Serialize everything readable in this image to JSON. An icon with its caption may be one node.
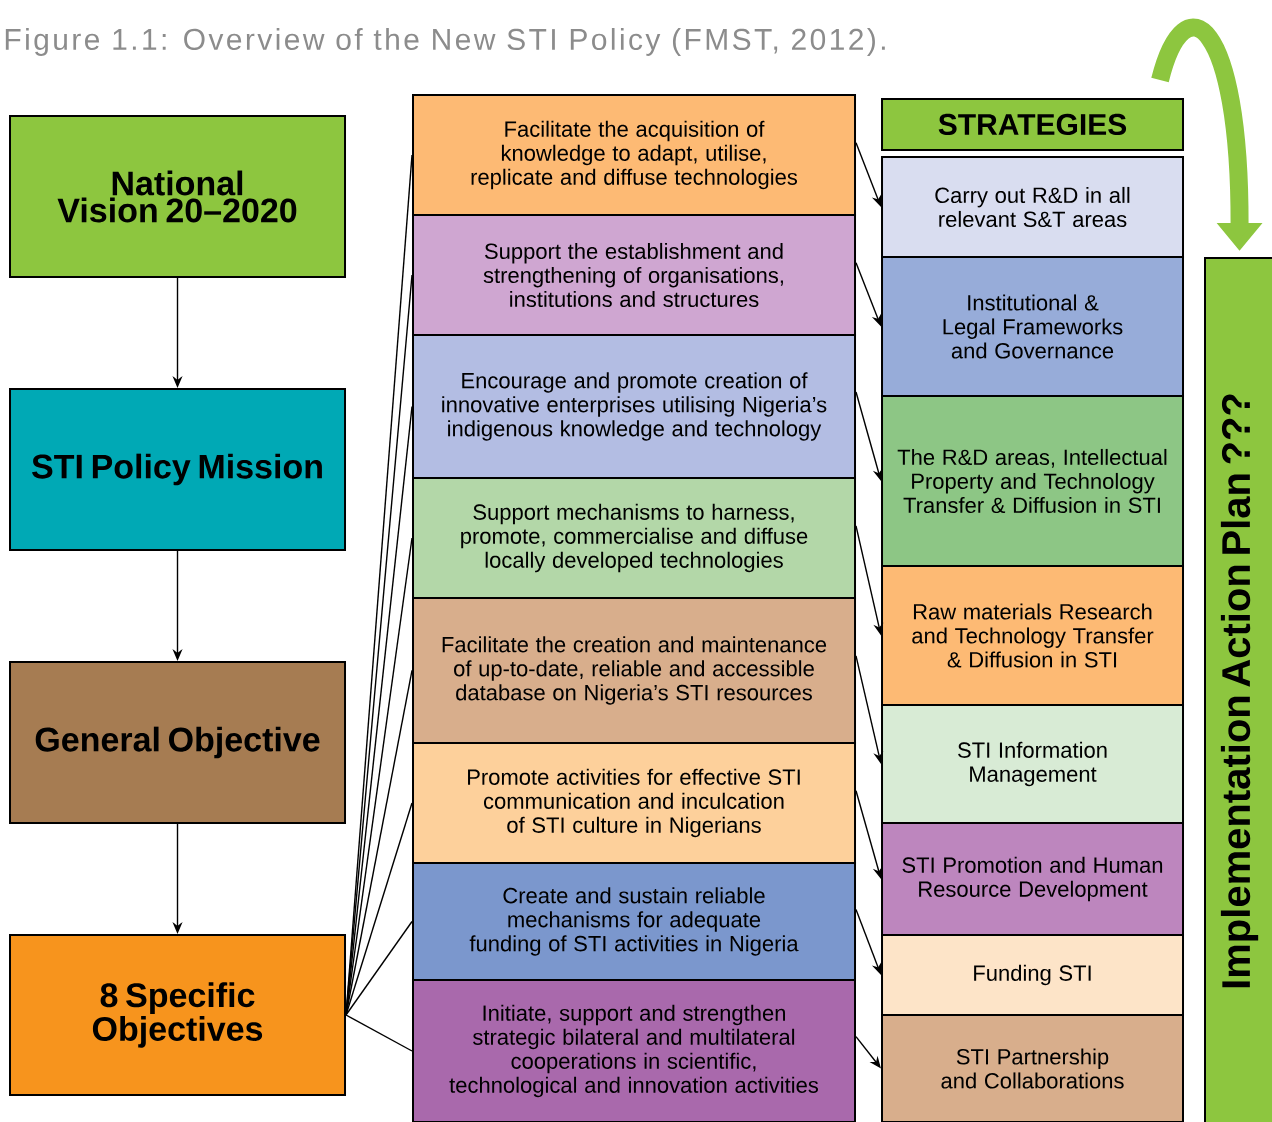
{
  "diagram": {
    "title": "Figure 1.1: Overview of the New STI Policy (FMST, 2012).",
    "nodes": [
      {
        "text": [
          "National Vision 20–2020"
        ]
      },
      {
        "text": [
          "STI Policy Mission"
        ]
      },
      {
        "text": [
          "General Objective"
        ]
      },
      {
        "text": [
          "8 Specific Objectives"
        ]
      },
      {
        "text": [
          "Facilitate the acquisition of knowledge to adapt, utilise, replicate and diffuse technologies"
        ]
      },
      {
        "text": [
          "Support the establishment and strengthening of organisations, institutions and structures"
        ]
      },
      {
        "text": [
          "Encourage and promote creation of innovative enterprises utilising Nigeria’s indigenous knowledge and technology"
        ]
      },
      {
        "text": [
          "Support mechanisms to harness, promote, commercialise and diffuse locally developed technologies"
        ]
      },
      {
        "text": [
          "Facilitate the creation and maintenance of up-to-date, reliable and accessible database on Nigeria’s STI resources"
        ]
      },
      {
        "text": [
          "Promote activities for effective STI communication and inculcation of STI culture in Nigerians"
        ]
      },
      {
        "text": [
          "Create and sustain reliable mechanisms for adequate funding of STI activities in Nigeria"
        ]
      },
      {
        "text": [
          "Initiate, support and strengthen strategic bilateral and multilateral cooperations in scientific, technological and innovation activities"
        ]
      },
      {
        "text": [
          "STRATEGIES"
        ]
      },
      {
        "text": [
          "Carry out R&D in all relevant S&T areas"
        ]
      },
      {
        "text": [
          "Institutional & Legal Frameworks and Governance"
        ]
      },
      {
        "text": [
          "The R&D areas, Intellectual Property and Technology Transfer & Diffusion in STI"
        ]
      },
      {
        "text": [
          "Raw materials Research and Technology Transfer & Diffusion in STI"
        ]
      },
      {
        "text": [
          "STI Information Management"
        ]
      },
      {
        "text": [
          "STI Promotion and Human Resource Development"
        ]
      },
      {
        "text": [
          "Funding STI"
        ]
      },
      {
        "text": [
          "STI Partnership and Collaborations"
        ]
      },
      {
        "text": [
          "Implementation Action Plan ???"
        ]
      }
    ],
    "edges": [
      {
        "from": 0,
        "to": 1,
        "arrow": "to"
      },
      {
        "from": 1,
        "to": 2,
        "arrow": "to"
      },
      {
        "from": 2,
        "to": 3,
        "arrow": "to"
      },
      {
        "from": 3,
        "to": 4,
        "arrow": "none"
      },
      {
        "from": 3,
        "to": 5,
        "arrow": "none"
      },
      {
        "from": 3,
        "to": 6,
        "arrow": "none"
      },
      {
        "from": 3,
        "to": 7,
        "arrow": "none"
      },
      {
        "from": 3,
        "to": 8,
        "arrow": "none"
      },
      {
        "from": 3,
        "to": 9,
        "arrow": "none"
      },
      {
        "from": 3,
        "to": 10,
        "arrow": "none"
      },
      {
        "from": 3,
        "to": 11,
        "arrow": "none"
      },
      {
        "from": 4,
        "to": 13,
        "arrow": "to"
      },
      {
        "from": 5,
        "to": 14,
        "arrow": "to"
      },
      {
        "from": 6,
        "to": 15,
        "arrow": "to"
      },
      {
        "from": 7,
        "to": 16,
        "arrow": "to"
      },
      {
        "from": 8,
        "to": 17,
        "arrow": "to"
      },
      {
        "from": 9,
        "to": 18,
        "arrow": "to"
      },
      {
        "from": 10,
        "to": 19,
        "arrow": "to"
      },
      {
        "from": 11,
        "to": 20,
        "arrow": "to"
      },
      {
        "from": null,
        "to": 21,
        "arrow": "to",
        "style": "thick",
        "color": "#8dc63f"
      }
    ]
  }
}
